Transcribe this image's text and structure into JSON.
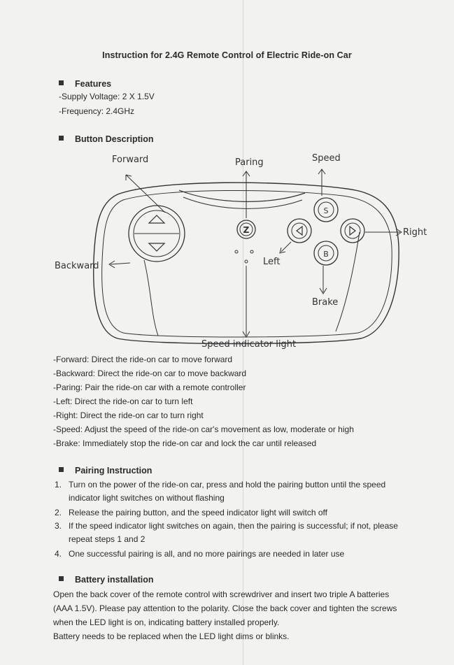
{
  "title": "Instruction for 2.4G Remote Control of Electric Ride-on Car",
  "features": {
    "heading": "Features",
    "voltage": "-Supply Voltage:  2 X 1.5V",
    "frequency": "-Frequency:  2.4GHz"
  },
  "button_description": {
    "heading": "Button Description",
    "labels": {
      "forward": "Forward",
      "paring": "Paring",
      "speed": "Speed",
      "right": "Right",
      "backward": "Backward",
      "left": "Left",
      "brake": "Brake",
      "speed_indicator": "Speed indicator light"
    },
    "descriptions": [
      "-Forward: Direct the ride-on car to move forward",
      "-Backward: Direct the ride-on car to move backward",
      "-Paring: Pair the ride-on car with a remote controller",
      "-Left: Direct the ride-on car to turn left",
      "-Right: Direct the ride-on car to turn right",
      "-Speed: Adjust the speed of the ride-on car's movement as low, moderate or high",
      "-Brake: Immediately stop the ride-on car and lock the car until released"
    ]
  },
  "pairing": {
    "heading": "Pairing Instruction",
    "steps": [
      {
        "num": "1.",
        "lines": [
          "Turn on the power of the ride-on car, press and hold the pairing button until the speed",
          "indicator light switches on without flashing"
        ]
      },
      {
        "num": "2.",
        "lines": [
          "Release the pairing button, and the speed indicator light will switch off"
        ]
      },
      {
        "num": "3.",
        "lines": [
          "If the speed indicator light switches on again, then the pairing is successful; if not, please",
          "repeat steps 1 and 2"
        ]
      },
      {
        "num": "4.",
        "lines": [
          "One successful pairing is all, and no more pairings are needed in later use"
        ]
      }
    ]
  },
  "battery": {
    "heading": "Battery installation",
    "lines": [
      "Open the back cover of the remote control with screwdriver and insert two triple A batteries",
      "(AAA 1.5V). Please pay attention to the polarity. Close the back cover and tighten the screws",
      "when the LED light is on, indicating battery installed properly.",
      "Battery needs to be replaced when the LED light dims or blinks."
    ]
  }
}
